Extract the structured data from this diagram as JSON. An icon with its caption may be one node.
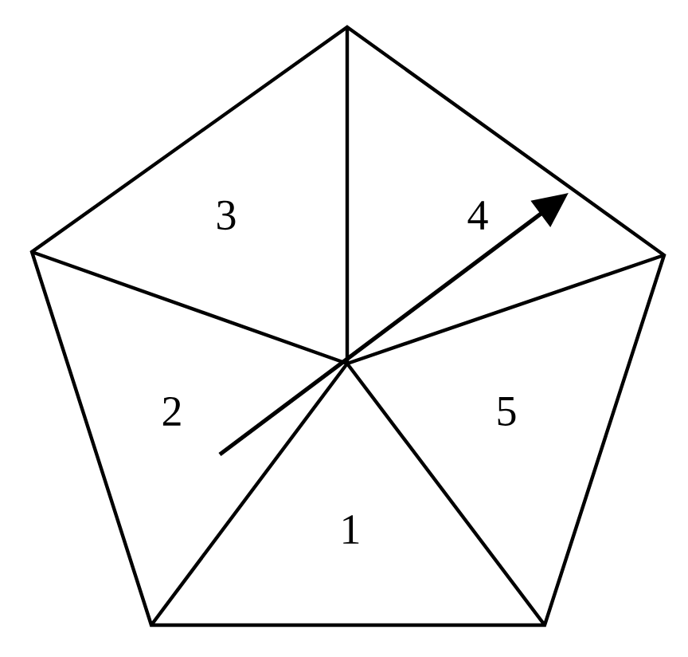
{
  "diagram": {
    "labels": [
      "3",
      "4",
      "2",
      "5",
      "1"
    ]
  }
}
